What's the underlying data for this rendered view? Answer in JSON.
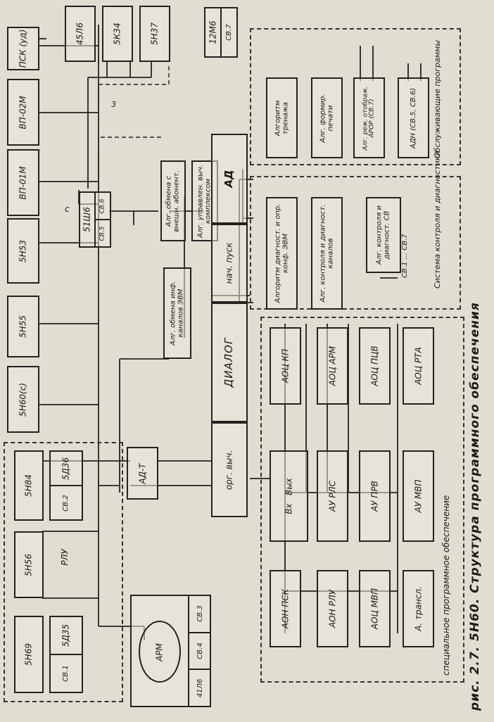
{
  "figure": {
    "caption": "рис. 2.7. 5Н60. Структура программного обеспечения",
    "top_devices": [
      "ПСК (уд)",
      "ВП-02М",
      "ВП-01М",
      "5Н53",
      "5Н55",
      "5Н60(с)"
    ],
    "bus_label": "с",
    "bus_label_3": "3",
    "comp_51sh6": "51Ш6",
    "comp_51sh6_cb5": "СВ.5",
    "comp_51sh6_cb6": "СВ.6",
    "comp_45l6": "45Л6",
    "comp_5k34": "5К34",
    "comp_5n37": "5Н37",
    "comp_12m6": "12М6",
    "comp_12m6_cb7": "СВ.7",
    "left_devices": {
      "d5n84": "5Н84",
      "d5d36": "5Д36",
      "d5d36_cb": "СВ.2",
      "d5n56": "5Н56",
      "rlu": "РЛУ",
      "d5n69": "5Н69",
      "d5d35": "5Д35",
      "d5d35_cb": "СВ.1"
    },
    "arm": {
      "label": "АРМ",
      "cb3": "СВ.3",
      "cb4": "СВ.4",
      "comp": "41Л6"
    },
    "ad_t": "АД-Т",
    "exch_channels": "Алг. обмена инф. каналов ЭВМ",
    "exch_subscribers": "Алг. обмена с внешн. абонент.",
    "ctrl_comp": "Алг. управлен. выч. комплексом",
    "dialog": "ДИАЛОГ",
    "org_calc": "орг. выч.",
    "nach_pusk": "нач. пуск",
    "ad": "АД",
    "service": {
      "items": [
        "Алгоритм тренажа",
        "Алг. формир. печати",
        "Алг. реж. отображ. АРОР (СВ.7)",
        "АДН (СВ.5, СВ.6)"
      ],
      "title": "Обслуживающие программы"
    },
    "control": {
      "items": [
        "Алгоритм диагност. и опр. конф. ЭВМ",
        "Алг. контроля и диагност. каналов",
        "Алг. контроля и диагност. СВ"
      ],
      "sv_range": "СВ.1 ... СВ.7",
      "title": "Система контроля и диагностики"
    },
    "special": {
      "vh_vyh": "Вх   Вых",
      "aou_kp": "АОЦ КП",
      "aou_arm": "АОЦ АРМ",
      "aou_picv": "АОЦ ПЦВ",
      "aou_rta": "АОЦ РТА",
      "au_rls": "АУ РЛС",
      "au_prv": "АУ ПРВ",
      "au_mvp": "АУ МВП",
      "aon_psk": "АОН ПСК",
      "aon_rlu": "АОН РЛУ",
      "aou_mvp": "АОЦ МВП",
      "a_transl": "А. трансл.",
      "title": "специальное программное обеспечение"
    }
  }
}
